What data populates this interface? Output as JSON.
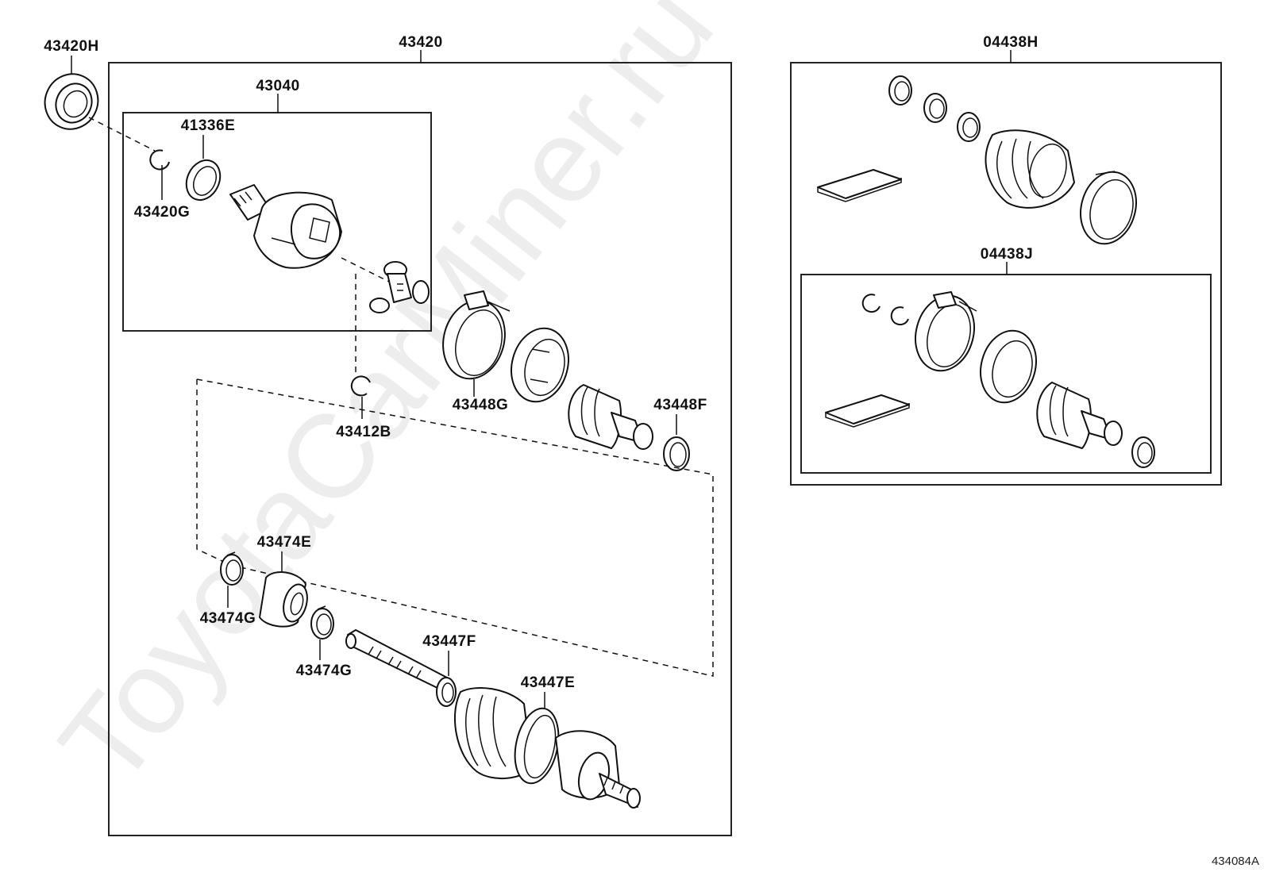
{
  "watermark": "ToyotaCarMiner.ru",
  "figure_ref": "434084A",
  "labels": {
    "l43420H": "43420H",
    "l43420": "43420",
    "l43040": "43040",
    "l41336E": "41336E",
    "l43420G": "43420G",
    "l43412B": "43412B",
    "l43448G": "43448G",
    "l43448F": "43448F",
    "l43474E": "43474E",
    "l43474G_a": "43474G",
    "l43474G_b": "43474G",
    "l43447F": "43447F",
    "l43447E": "43447E",
    "l04438H": "04438H",
    "l04438J": "04438J"
  }
}
